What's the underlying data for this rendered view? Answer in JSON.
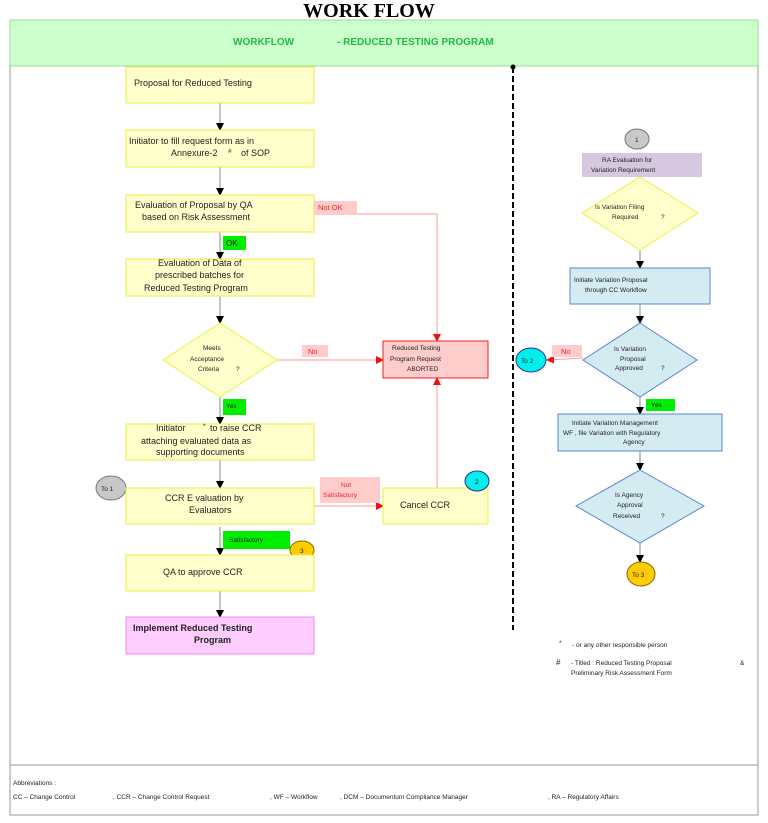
{
  "title": "WORK FLOW",
  "header": {
    "label": "WORKFLOW",
    "program": "-  REDUCED TESTING PROGRAM"
  },
  "colors": {
    "header_bg": "#ccffcc",
    "process_box": "#ffffcc",
    "abort_box": "#ffcccc",
    "final_box": "#ffccff",
    "ra_box": "#d5c8e0",
    "variation_box": "#d4ebf2",
    "yes_label": "#00ee00",
    "no_label": "#ffcccc"
  },
  "left_flow": {
    "step1": "Proposal for Reduced Testing",
    "step2": [
      "Initiator to fill request form as in",
      "Annexure-2",
      "#",
      "of SOP"
    ],
    "step3": [
      "Evaluation of Proposal by QA",
      "based on Risk Assessment"
    ],
    "ok_label": "OK",
    "not_ok_label": "Not OK",
    "step4": [
      "Evaluation of Data of",
      "prescribed batches for",
      "Reduced Testing Program"
    ],
    "decision": [
      "Meets",
      "Acceptance",
      "Criteria",
      "?"
    ],
    "no_label": "No",
    "yes_label": "Yes",
    "aborted": [
      "Reduced Testing",
      "Program Request",
      "ABORTED"
    ],
    "step5": [
      "Initiator",
      "*",
      "to raise CCR",
      "attaching evaluated data as",
      "supporting documents"
    ],
    "to1": "To   1",
    "step6": [
      "CCR      E valuation by",
      "Evaluators"
    ],
    "not_satisfactory": [
      "Not",
      "Satisfactory"
    ],
    "cancel": "Cancel CCR",
    "connector2": "2",
    "satisfactory": "Satisfactory",
    "connector3": "3",
    "step7": "QA to approve CCR",
    "final": [
      "Implement Reduced Testing",
      "Program"
    ]
  },
  "right_flow": {
    "connector1": "1",
    "ra_eval": [
      "RA Evaluation for",
      "Variation Requirement"
    ],
    "decision1": [
      "Is Variation Filing",
      "Required",
      "?"
    ],
    "initiate_proposal": [
      "Initiate Variation Proposal",
      "through CC Workflow"
    ],
    "decision2": [
      "Is Variation",
      "Proposal",
      "Approved",
      "?"
    ],
    "no_label": "No",
    "to2": "To   2",
    "yes_label": "Yes",
    "initiate_mgmt": [
      "Initiate Variation Management",
      "WF   , file Variation with Regulatory",
      "Agency"
    ],
    "decision3": [
      "Is Agency",
      "Approval",
      "Received",
      "?"
    ],
    "to3": "To   3"
  },
  "footnotes": {
    "star_symbol": "*",
    "star_text": "-   or any other responsible person",
    "hash_symbol": "#",
    "hash_text": "-   Titled    :  Reduced Testing Proposal",
    "hash_amp": "&",
    "hash_text2": "Preliminary Risk Assessment Form"
  },
  "abbreviations": {
    "label": "Abbreviations         :",
    "items": [
      "CC   –  Change Control",
      ", CCR    –  Change Control Request",
      ", WF   –  Workflow",
      ", DCM    –  Documentum Compliance Manager",
      ", RA   –  Regulatory Affairs"
    ]
  }
}
